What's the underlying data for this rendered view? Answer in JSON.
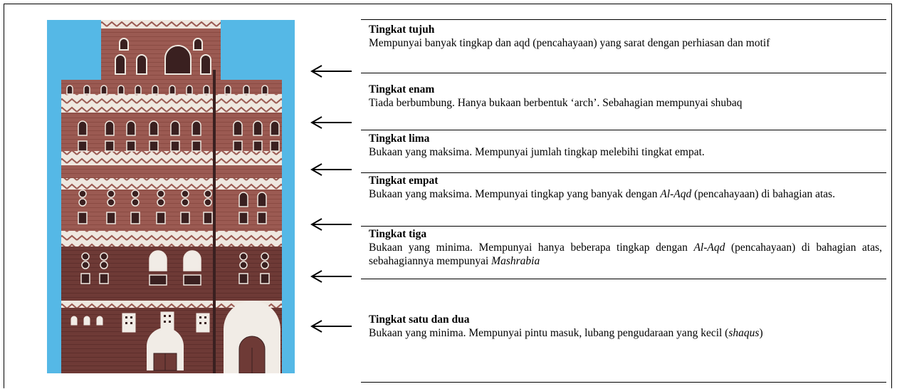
{
  "floors": [
    {
      "title": "Tingkat tujuh",
      "desc": [
        {
          "t": "Mempunyai banyak tingkap dan aqd (pencahayaan) yang sarat dengan perhiasan dan motif",
          "i": false
        }
      ]
    },
    {
      "title": "Tingkat enam",
      "desc": [
        {
          "t": "Tiada berbumbung. Hanya bukaan berbentuk ‘arch’. Sebahagian mempunyai shubaq",
          "i": false
        }
      ]
    },
    {
      "title": "Tingkat lima",
      "desc": [
        {
          "t": "Bukaan yang maksima. Mempunyai jumlah tingkap melebihi tingkat  empat.",
          "i": false
        }
      ]
    },
    {
      "title": "Tingkat empat",
      "desc": [
        {
          "t": "Bukaan yang maksima. Mempunyai tingkap yang banyak dengan ",
          "i": false
        },
        {
          "t": "Al-Aqd",
          "i": true
        },
        {
          "t": " (pencahayaan) di bahagian atas.",
          "i": false
        }
      ]
    },
    {
      "title": "Tingkat tiga",
      "desc": [
        {
          "t": "Bukaan yang minima. Mempunyai hanya beberapa tingkap dengan ",
          "i": false
        },
        {
          "t": "Al-Aqd",
          "i": true
        },
        {
          "t": " (pencahayaan) di bahagian atas, sebahagiannya mempunyai ",
          "i": false
        },
        {
          "t": "Mashrabia",
          "i": true
        }
      ]
    },
    {
      "title": "Tingkat satu dan dua",
      "desc": [
        {
          "t": "Bukaan yang minima. Mempunyai pintu masuk, lubang pengudaraan yang kecil (",
          "i": false
        },
        {
          "t": "shaqus",
          "i": true
        },
        {
          "t": ")",
          "i": false
        }
      ]
    }
  ],
  "colors": {
    "sky": "#55b8e6",
    "brick_upper": "#9b5a52",
    "brick_lower": "#6e3a36",
    "gypsum": "#f1ece6",
    "window": "#3a2020"
  }
}
